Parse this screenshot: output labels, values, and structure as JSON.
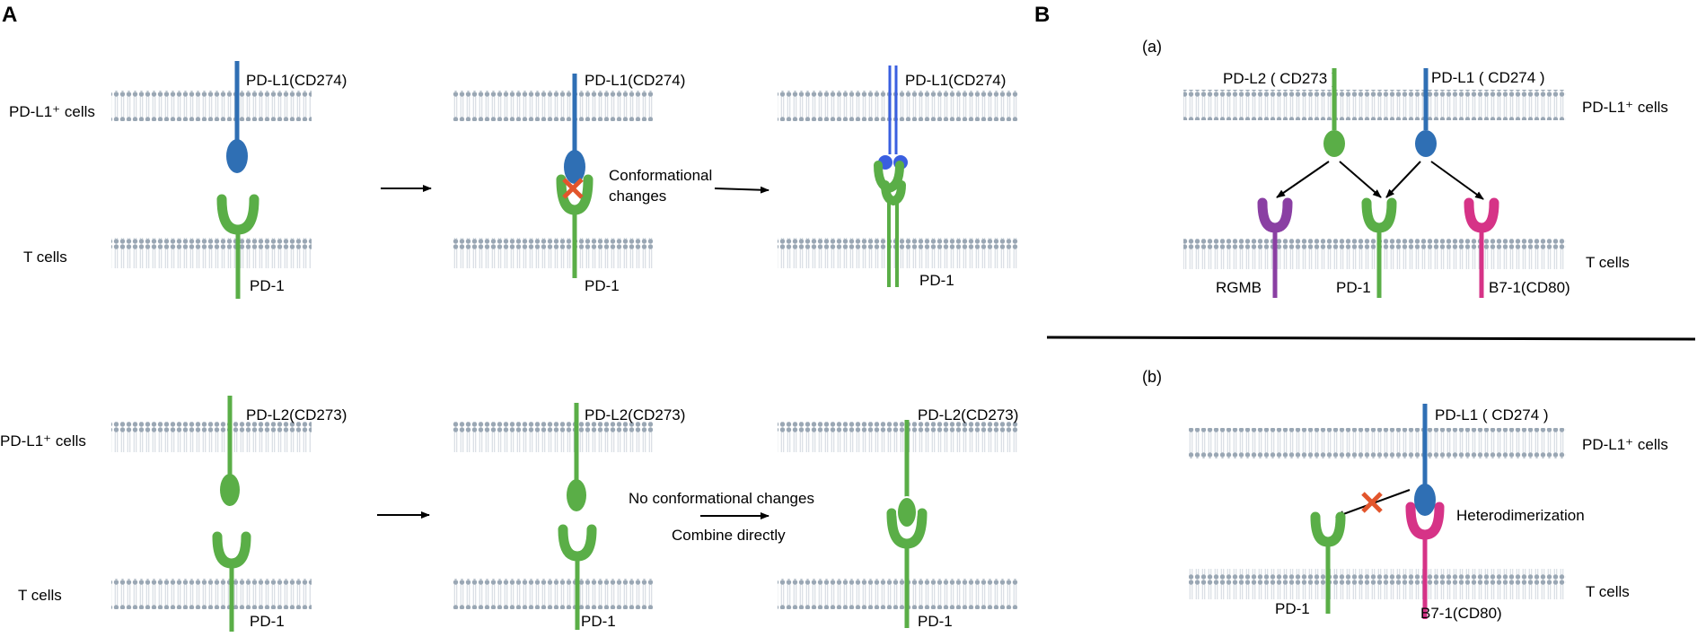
{
  "panels": {
    "a": "A",
    "b": "B"
  },
  "colors": {
    "pdl1": "#2f6fb4",
    "pdl1_bright": "#3a5fe0",
    "green": "#5aae47",
    "purple": "#8a3fa3",
    "pink": "#d63387",
    "membrane_head": "#9aa7b4",
    "cross": "#e2552c",
    "black": "#000000"
  },
  "A": {
    "row1": {
      "cell_top": "PD-L1⁺ cells",
      "cell_bottom": "T cells",
      "ligand": "PD-L1(CD274)",
      "receptor": "PD-1",
      "note_line1": "Conformational",
      "note_line2": "changes"
    },
    "row2": {
      "cell_top": "PD-L1⁺ cells",
      "cell_bottom": "T cells",
      "ligand": "PD-L2(CD273)",
      "receptor": "PD-1",
      "note_line1": "No conformational changes",
      "note_line2": "Combine directly"
    }
  },
  "B": {
    "a": {
      "tag": "(a)",
      "ligand_left": "PD-L2 ( CD273 )",
      "ligand_right": "PD-L1 ( CD274 )",
      "cell_top": "PD-L1⁺ cells",
      "cell_bottom": "T cells",
      "receptor_1": "RGMB",
      "receptor_2": "PD-1",
      "receptor_3": "B7-1(CD80)"
    },
    "b": {
      "tag": "(b)",
      "ligand": "PD-L1 ( CD274 )",
      "cell_top": "PD-L1⁺ cells",
      "cell_bottom": "T cells",
      "note": "Heterodimerization",
      "receptor_1": "PD-1",
      "receptor_2": "B7-1(CD80)"
    }
  }
}
